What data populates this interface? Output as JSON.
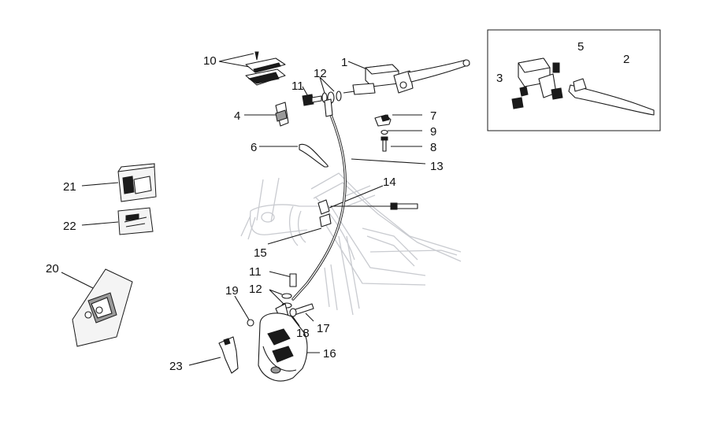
{
  "diagram": {
    "callouts": [
      "1",
      "2",
      "3",
      "4",
      "5",
      "6",
      "7",
      "8",
      "9",
      "10",
      "11",
      "11",
      "12",
      "12",
      "13",
      "14",
      "15",
      "16",
      "17",
      "18",
      "19",
      "20",
      "21",
      "22",
      "23"
    ]
  }
}
